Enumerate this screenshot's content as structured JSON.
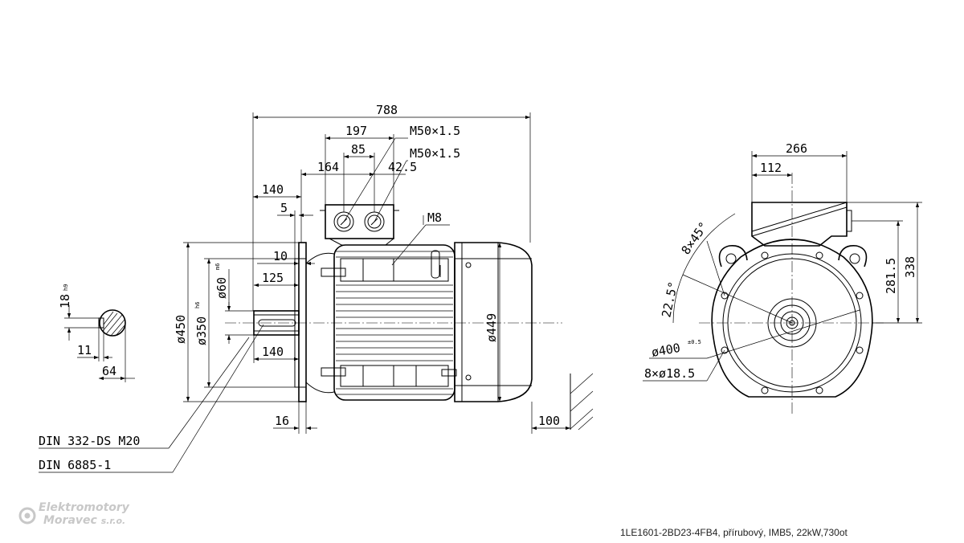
{
  "drawing": {
    "dimensions": {
      "overall_length": "788",
      "terminal_box_length": "197",
      "gland_spacing": "85",
      "box_offset": "164",
      "gland_offset": "42.5",
      "flange_to_box": "140",
      "flange_spigot": "5",
      "shaft_step": "10",
      "shaft_length_inner": "125",
      "shaft_length": "140",
      "flange_thickness": "16",
      "rear_clearance": "100",
      "flange_diameter": "ø450",
      "spigot_diameter": "ø350",
      "spigot_tol": "h6",
      "shaft_diameter": "ø60",
      "shaft_tol": "m6",
      "frame_diameter": "ø449",
      "key_width": "18",
      "key_tol": "h9",
      "key_depth": "11",
      "key_height": "64",
      "box_width": "266",
      "box_center_offset": "112",
      "box_height_axis": "281.5",
      "total_height": "338",
      "angle_bolts": "8×45°",
      "angle_offset": "22.5°",
      "pcd": "ø400",
      "pcd_tol": "±0.5",
      "bolt_holes": "8×ø18.5"
    },
    "labels": {
      "gland_1": "M50×1.5",
      "gland_2": "M50×1.5",
      "earth_thread": "M8",
      "din_center": "DIN 332-DS M20",
      "din_key": "DIN 6885-1"
    }
  },
  "brand": {
    "line1": "Elektromotory",
    "line2": "Moravec",
    "line2_suffix": "s.r.o."
  },
  "caption": "1LE1601-2BD23-4FB4, přírubový, IMB5, 22kW,730ot"
}
